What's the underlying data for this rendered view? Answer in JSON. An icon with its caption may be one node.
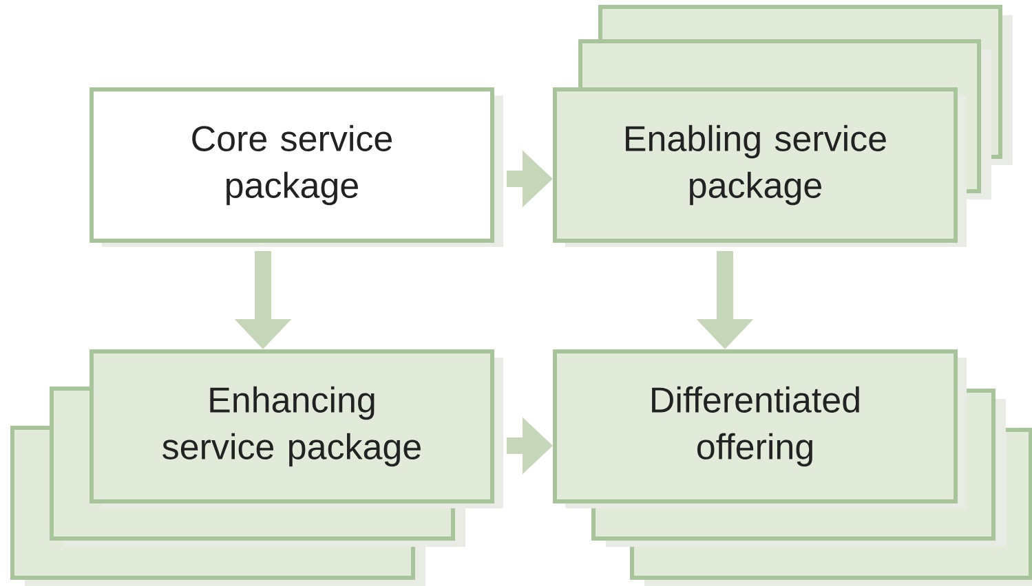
{
  "diagram": {
    "nodes": [
      {
        "text": [
          "Core service package"
        ]
      },
      {
        "text": [
          "Enabling service package"
        ]
      },
      {
        "text": [
          "Enhancing service package"
        ]
      },
      {
        "text": [
          "Differentiated offering"
        ]
      }
    ],
    "edges": [
      {
        "from": 0,
        "to": 1,
        "arrow": "to"
      },
      {
        "from": 0,
        "to": 2,
        "arrow": "to"
      },
      {
        "from": 1,
        "to": 3,
        "arrow": "to"
      },
      {
        "from": 2,
        "to": 3,
        "arrow": "to"
      }
    ]
  }
}
